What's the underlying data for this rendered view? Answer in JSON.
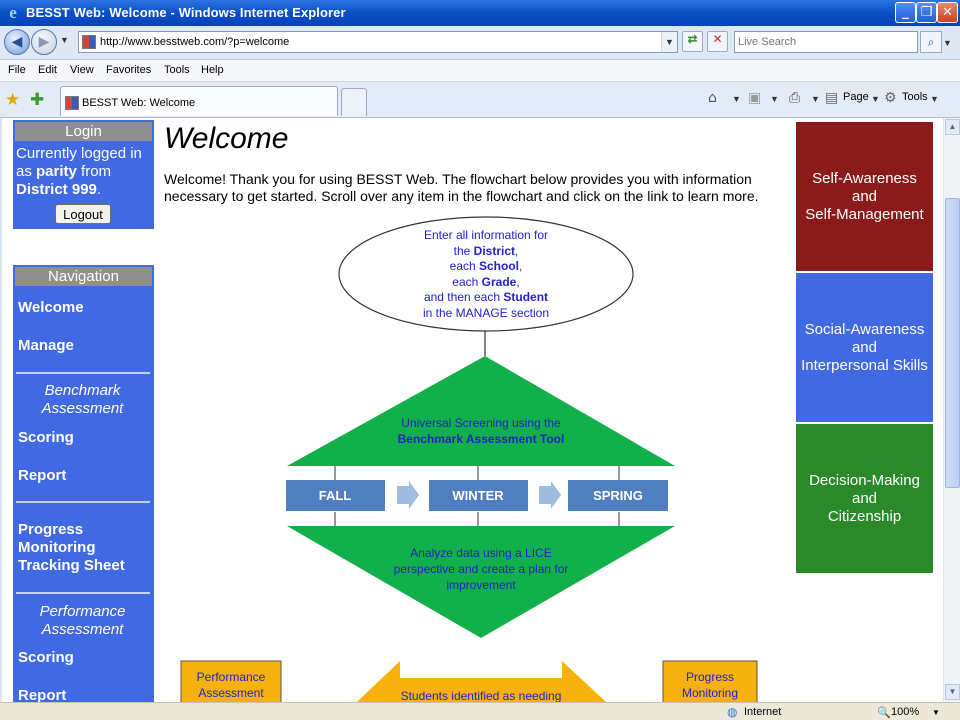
{
  "window": {
    "title": "BESST Web: Welcome - Windows Internet Explorer"
  },
  "toolbar": {
    "url": "http://www.besstweb.com/?p=welcome",
    "search_placeholder": "Live Search"
  },
  "menu": [
    "File",
    "Edit",
    "View",
    "Favorites",
    "Tools",
    "Help"
  ],
  "tab": {
    "label": "BESST Web: Welcome"
  },
  "commandbar": {
    "page_label": "Page",
    "tools_label": "Tools"
  },
  "login": {
    "header": "Login",
    "line1": "Currently logged in",
    "line2_prefix": "as ",
    "user": "parity",
    "line2_suffix": " from",
    "district": "District 999",
    "period": ".",
    "logout_label": "Logout"
  },
  "navigation": {
    "header": "Navigation",
    "welcome": "Welcome",
    "manage": "Manage",
    "benchmark_line1": "Benchmark",
    "benchmark_line2": "Assessment",
    "scoring1": "Scoring",
    "report1": "Report",
    "progress_line1": "Progress",
    "progress_line2": "Monitoring",
    "progress_line3": "Tracking Sheet",
    "performance_line1": "Performance",
    "performance_line2": "Assessment",
    "scoring2": "Scoring",
    "report2": "Report"
  },
  "main": {
    "title": "Welcome",
    "intro": "Welcome! Thank you for using BESST Web. The flowchart below provides you with information necessary to get started. Scroll over any item in the flowchart and click on the link to learn more."
  },
  "flowchart": {
    "ellipse": {
      "l1": "Enter all information for",
      "l2_pre": "the ",
      "l2_bold": "District",
      "l2_post": ",",
      "l3_pre": "each ",
      "l3_bold": "School",
      "l3_post": ",",
      "l4_pre": "each ",
      "l4_bold": "Grade",
      "l4_post": ",",
      "l5_pre": "and then each ",
      "l5_bold": "Student",
      "l6": "in the MANAGE section"
    },
    "top_tri_line1": "Universal Screening using the",
    "top_tri_line2": "Benchmark Assessment Tool",
    "fall": "FALL",
    "winter": "WINTER",
    "spring": "SPRING",
    "bottom_tri_line1": "Analyze data using a LICE",
    "bottom_tri_line2": "perspective and create a plan for",
    "bottom_tri_line3": "improvement",
    "perf_line1": "Performance",
    "perf_line2": "Assessment",
    "prog_line1": "Progress",
    "prog_line2": "Monitoring",
    "students_text": "Students identified as needing"
  },
  "panels": {
    "self": {
      "l1": "Self-Awareness",
      "l2": "and",
      "l3": "Self-Management"
    },
    "social": {
      "l1": "Social-Awareness",
      "l2": "and",
      "l3": "Interpersonal Skills"
    },
    "decision": {
      "l1": "Decision-Making",
      "l2": "and",
      "l3": "Citizenship"
    }
  },
  "status": {
    "zone": "Internet",
    "zoom": "100%"
  },
  "colors": {
    "sidebar_blue": "#4169e1",
    "header_gray": "#8f8f8f",
    "flow_green": "#12b04a",
    "season_blue": "#4f7fbf",
    "panel_red": "#8b1a1a",
    "panel_blue": "#4169e1",
    "panel_green": "#2a8a2a",
    "box_orange": "#f7b10c"
  }
}
